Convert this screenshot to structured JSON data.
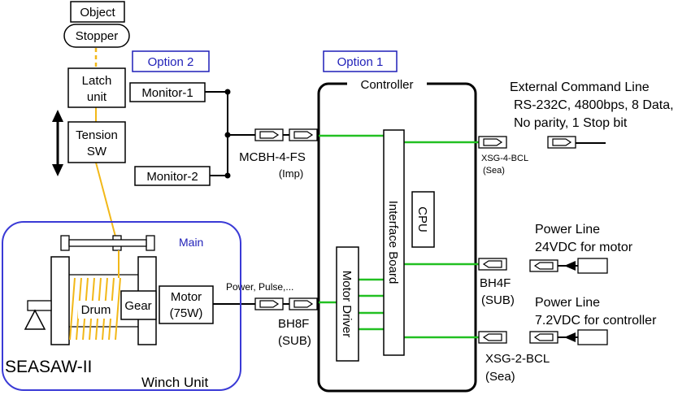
{
  "labels": {
    "object": "Object",
    "stopper": "Stopper",
    "option2": "Option 2",
    "option1": "Option 1",
    "latch1": "Latch",
    "latch2": "unit",
    "monitor1": "Monitor-1",
    "monitor2": "Monitor-2",
    "tension1": "Tension",
    "tension2": "SW",
    "controller": "Controller",
    "mcbh": "MCBH-4-FS",
    "imp": "(Imp)",
    "ext_title": "External Command Line",
    "ext_line1": "RS-232C, 4800bps, 8 Data,",
    "ext_line2": "No parity, 1 Stop bit",
    "xsg4": "XSG-4-BCL",
    "xsg4_sea": "(Sea)",
    "cpu": "CPU",
    "interface_board": "Interface Board",
    "motor_driver": "Motor Driver",
    "main": "Main",
    "drum": "Drum",
    "gear": "Gear",
    "motor1": "Motor",
    "motor2": "(75W)",
    "power_pulse": "Power, Pulse,...",
    "bh8f": "BH8F",
    "bh8f_sub": "(SUB)",
    "bh4f": "BH4F",
    "bh4f_sub": "(SUB)",
    "pl1_title": "Power Line",
    "pl1_desc": "24VDC for motor",
    "pl2_title": "Power Line",
    "pl2_desc": "7.2VDC for controller",
    "xsg2": "XSG-2-BCL",
    "xsg2_sea": "(Sea)",
    "seasaw": "SEASAW-II",
    "winch_unit": "Winch Unit"
  },
  "colors": {
    "green_bus": "#22c022",
    "yellow_wire": "#f2b818",
    "blue_frame": "#3a3ad6",
    "blue_text": "#1f1fb8",
    "line": "#000000"
  },
  "icons": [
    "connector-icon",
    "double-arrow-icon",
    "pulley-icon",
    "triangle-stand-icon",
    "arrow-icon"
  ]
}
